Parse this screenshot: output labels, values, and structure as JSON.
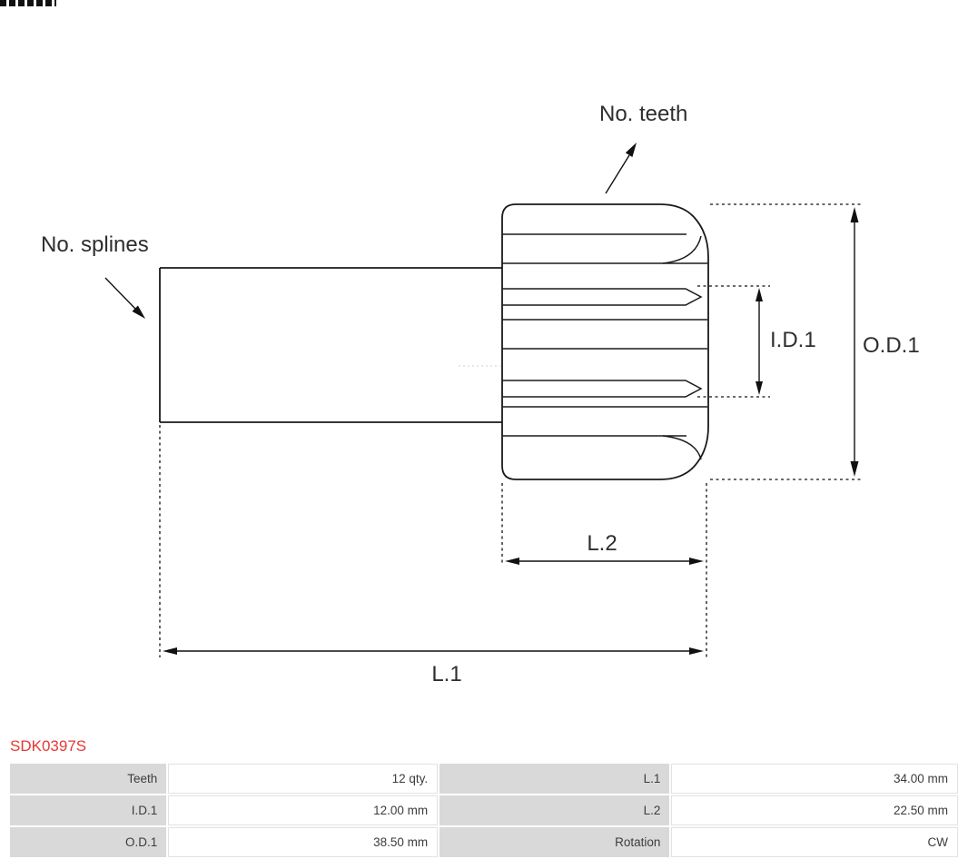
{
  "page": {
    "background": "#ffffff",
    "accent_red": "#e53935",
    "table_label_gray": "#d9d9d9",
    "diagram_line_color": "#1a1a1a"
  },
  "diagram": {
    "labels": {
      "no_teeth": "No. teeth",
      "no_splines": "No. splines",
      "id1": "I.D.1",
      "od1": "O.D.1",
      "l2": "L.2",
      "l1": "L.1"
    }
  },
  "product": {
    "code": "SDK0397S"
  },
  "spec_table": {
    "rows": [
      {
        "label": "Teeth",
        "value": "12 qty.",
        "label2": "L.1",
        "value2": "34.00 mm"
      },
      {
        "label": "I.D.1",
        "value": "12.00 mm",
        "label2": "L.2",
        "value2": "22.50 mm"
      },
      {
        "label": "O.D.1",
        "value": "38.50 mm",
        "label2": "Rotation",
        "value2": "CW"
      }
    ]
  }
}
